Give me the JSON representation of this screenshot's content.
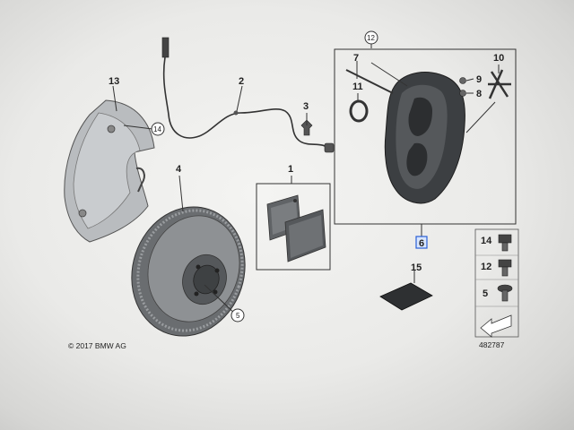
{
  "callouts": {
    "pads": "1",
    "sensor": "2",
    "clip": "3",
    "disc": "4",
    "screw_disc": "5",
    "guide_pin": "6",
    "bolt_7": "7",
    "bleeder": "8",
    "cap": "9",
    "spring": "10",
    "seal": "11",
    "caliper": "12",
    "shield": "13",
    "screw_shield": "14",
    "plate": "15"
  },
  "highlighted_label": "6",
  "legend": [
    "14",
    "12",
    "5"
  ],
  "copyright": "© 2017 BMW AG",
  "diagram_number": "482787"
}
